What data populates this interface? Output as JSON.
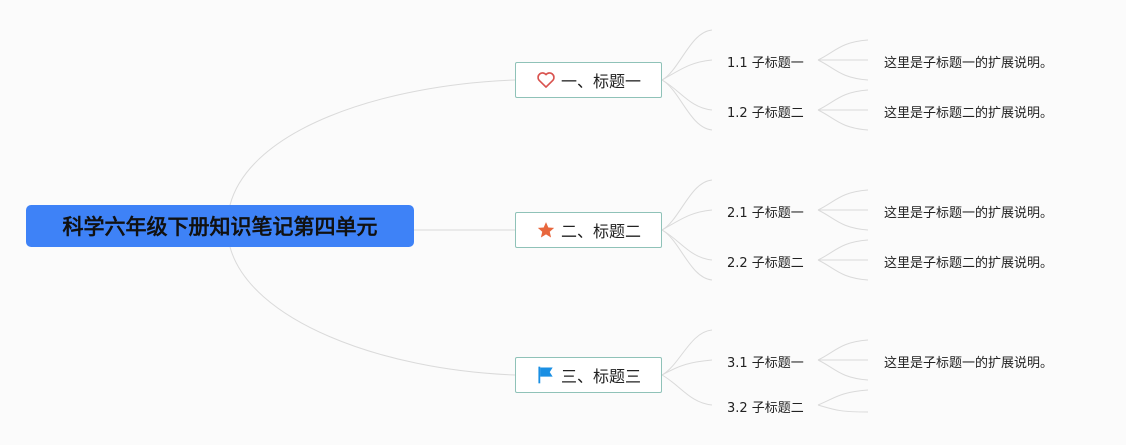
{
  "root": {
    "title": "科学六年级下册知识笔记第四单元"
  },
  "topics": [
    {
      "label": "一、标题一",
      "icon": "heart-icon",
      "subtopics": [
        {
          "label": "1.1 子标题一",
          "note": "这里是子标题一的扩展说明。"
        },
        {
          "label": "1.2 子标题二",
          "note": "这里是子标题二的扩展说明。"
        }
      ]
    },
    {
      "label": "二、标题二",
      "icon": "star-icon",
      "subtopics": [
        {
          "label": "2.1 子标题一",
          "note": "这里是子标题一的扩展说明。"
        },
        {
          "label": "2.2 子标题二",
          "note": "这里是子标题二的扩展说明。"
        }
      ]
    },
    {
      "label": "三、标题三",
      "icon": "flag-icon",
      "subtopics": [
        {
          "label": "3.1 子标题一",
          "note": "这里是子标题一的扩展说明。"
        },
        {
          "label": "3.2 子标题二",
          "note": ""
        }
      ]
    }
  ],
  "colors": {
    "root_fill": "#3e82f7",
    "topic_border": "#8fc2b8",
    "connector": "#dadada",
    "heart": "#d9534f",
    "star": "#e8673d",
    "flag": "#1a8fe3"
  }
}
